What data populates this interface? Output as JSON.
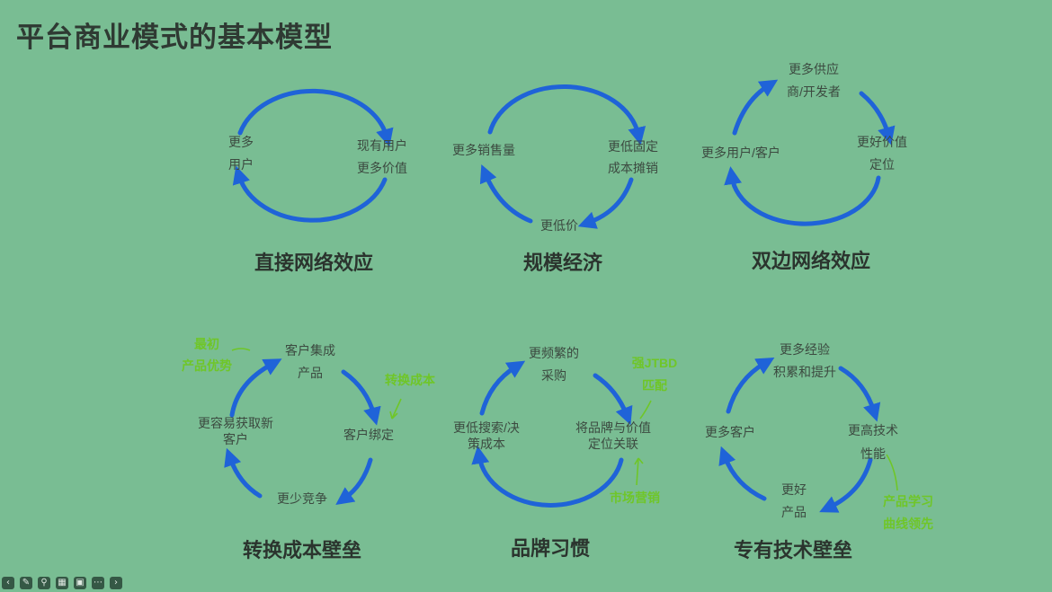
{
  "title": "平台商业模式的基本模型",
  "colors": {
    "background": "#79bd93",
    "arrow": "#1f63d8",
    "annotation": "#6fc628"
  },
  "models": [
    {
      "caption": "直接网络效应",
      "nodes": [
        [
          "更多",
          "用户"
        ],
        [
          "现有用户",
          "更多价值"
        ]
      ]
    },
    {
      "caption": "规模经济",
      "nodes": [
        [
          "更多销售量"
        ],
        [
          "更低固定",
          "成本摊销"
        ],
        [
          "更低价"
        ]
      ]
    },
    {
      "caption": "双边网络效应",
      "nodes": [
        [
          "更多供应",
          "商/开发者"
        ],
        [
          "更好价值",
          "定位"
        ],
        [
          "更多用户/客户"
        ]
      ]
    },
    {
      "caption": "转换成本壁垒",
      "nodes": [
        [
          "客户集成",
          "产品"
        ],
        [
          "客户绑定"
        ],
        [
          "更少竞争"
        ],
        [
          "更容易获取新",
          "客户"
        ]
      ],
      "annotations": [
        [
          "最初",
          "产品优势"
        ],
        [
          "转换成本"
        ]
      ]
    },
    {
      "caption": "品牌习惯",
      "nodes": [
        [
          "更频繁的",
          "采购"
        ],
        [
          "将品牌与价值",
          "定位关联"
        ],
        [
          "更低搜索/决",
          "策成本"
        ]
      ],
      "annotations": [
        [
          "强JTBD",
          "匹配"
        ],
        [
          "市场营销"
        ]
      ]
    },
    {
      "caption": "专有技术壁垒",
      "nodes": [
        [
          "更多经验",
          "积累和提升"
        ],
        [
          "更高技术",
          "性能"
        ],
        [
          "更好",
          "产品"
        ],
        [
          "更多客户"
        ]
      ],
      "annotations": [
        [
          "产品学习",
          "曲线领先"
        ]
      ]
    }
  ],
  "toolbar": [
    "prev-icon",
    "pen-icon",
    "zoom-icon",
    "slides-icon",
    "camera-icon",
    "more-icon",
    "next-icon"
  ]
}
